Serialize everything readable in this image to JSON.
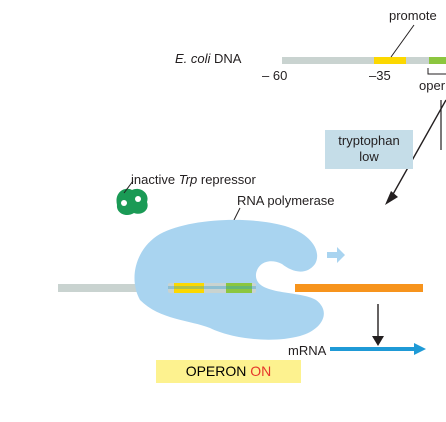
{
  "labels": {
    "promoter": "promote",
    "ecoli_italic": "E. coli",
    "ecoli_rest": " DNA",
    "pos_minus60": "– 60",
    "pos_minus35": "–35",
    "operator": "oper",
    "tryptophan_low": [
      "tryptophan",
      "low"
    ],
    "repressor_prefix": "inactive ",
    "repressor_italic": "Trp",
    "repressor_suffix": " repressor",
    "rna_polymerase": "RNA polymerase",
    "mrna": "mRNA",
    "operon_prefix": "OPERON ",
    "operon_state": "ON"
  },
  "colors": {
    "dna_grey": "#c9d3d0",
    "promoter_yellow": "#fcd800",
    "operator_green": "#8cc63f",
    "gene_orange": "#f7941d",
    "polymerase_blue": "#a9d4f0",
    "repressor_green": "#1a9a55",
    "mrna_blue": "#1f9ad6",
    "box_blue": "#c5dde8",
    "box_yellow": "#fdf28f",
    "on_red": "#e5372b"
  }
}
